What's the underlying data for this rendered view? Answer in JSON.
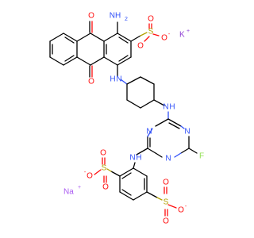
{
  "labels": {
    "amine_nh2": "NH",
    "amine_sub2": "2",
    "nh": "H",
    "n": "N",
    "o": "O",
    "s": "S",
    "f": "F",
    "k": "K",
    "k_charge": "+",
    "na": "Na",
    "na_charge": "+",
    "o_minus": "O",
    "minus": "-"
  },
  "colors": {
    "carbon_bond": "#000000",
    "nitrogen": "#3050F8",
    "oxygen": "#FF0D0D",
    "sulfur": "#B2A100",
    "fluorine": "#90E050",
    "potassium": "#8F40D4",
    "sodium": "#AB5CF2"
  }
}
